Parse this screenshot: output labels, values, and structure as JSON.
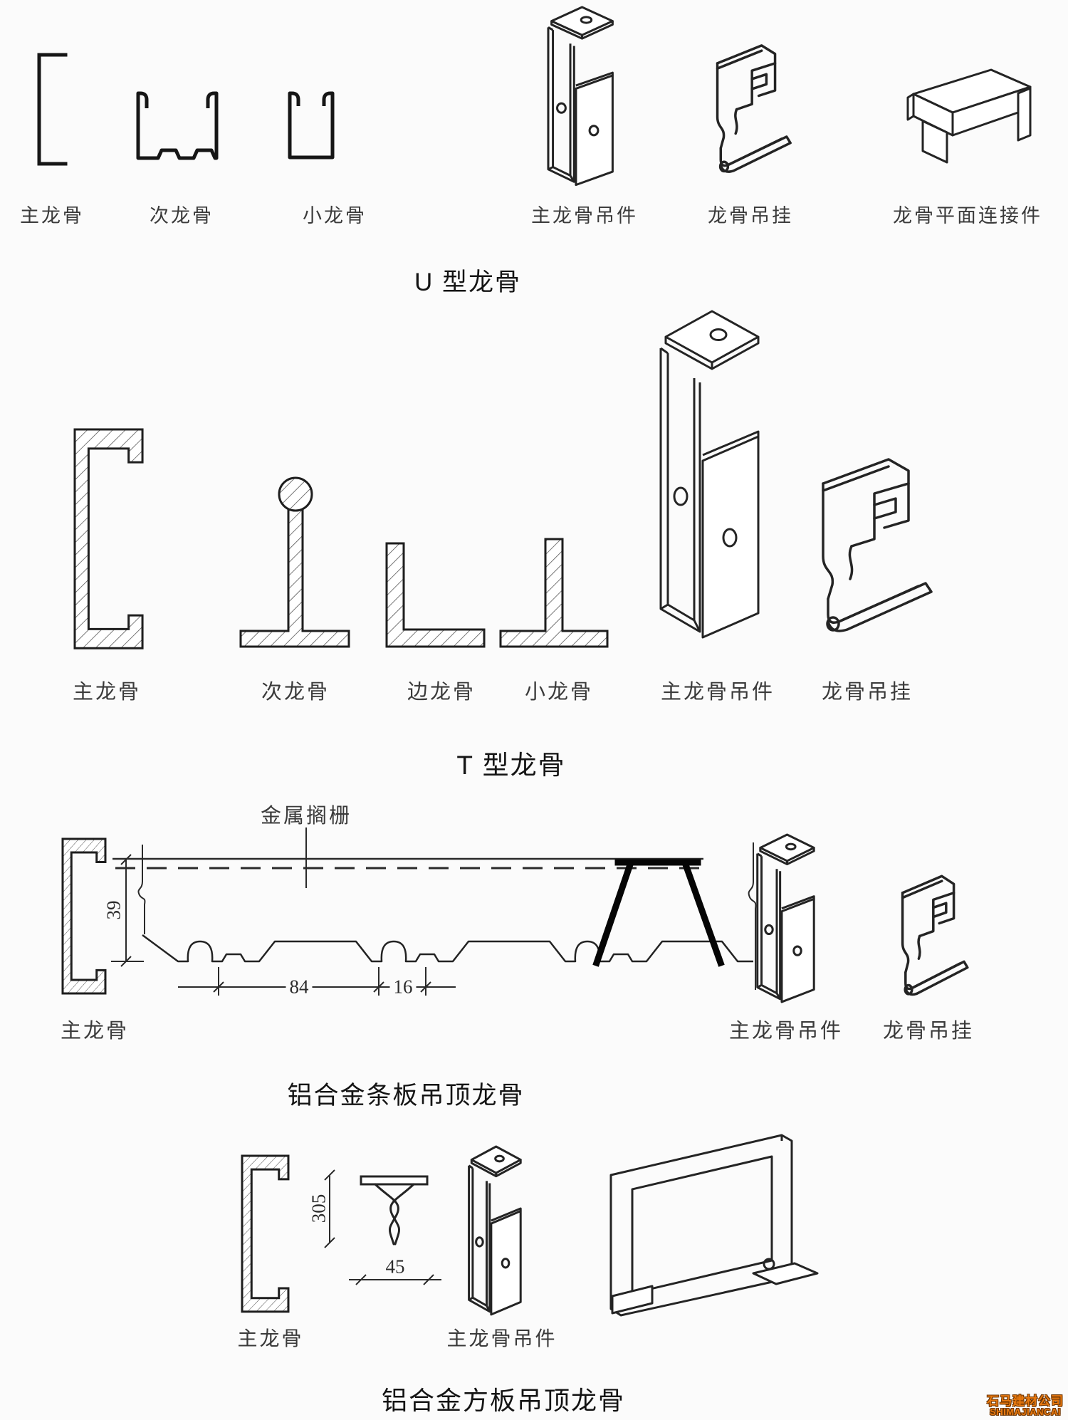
{
  "page": {
    "background": "#fbfbfb"
  },
  "colors": {
    "ink": "#1e1e1e",
    "label_text": "#3a3a3a",
    "watermark_orange": "#e8790f"
  },
  "sections": [
    {
      "id": "u-type",
      "title": "U 型龙骨",
      "items": [
        {
          "label": "主龙骨"
        },
        {
          "label": "次龙骨"
        },
        {
          "label": "小龙骨"
        },
        {
          "label": "主龙骨吊件"
        },
        {
          "label": "龙骨吊挂"
        },
        {
          "label": "龙骨平面连接件"
        }
      ]
    },
    {
      "id": "t-type",
      "title": "T 型龙骨",
      "items": [
        {
          "label": "主龙骨"
        },
        {
          "label": "次龙骨"
        },
        {
          "label": "边龙骨"
        },
        {
          "label": "小龙骨"
        },
        {
          "label": "主龙骨吊件"
        },
        {
          "label": "龙骨吊挂"
        }
      ]
    },
    {
      "id": "strip-panel",
      "title": "铝合金条板吊顶龙骨",
      "annotation": "金属搁栅",
      "items": [
        {
          "label": "主龙骨"
        },
        {
          "label": "主龙骨吊件"
        },
        {
          "label": "龙骨吊挂"
        }
      ],
      "dimensions": {
        "panel_height": "39",
        "panel_width": "84",
        "seam_gap": "16"
      }
    },
    {
      "id": "square-panel",
      "title": "铝合金方板吊顶龙骨",
      "items": [
        {
          "label": "主龙骨"
        },
        {
          "label": "主龙骨吊件"
        }
      ],
      "dimensions": {
        "keel_spacing": "305",
        "hanger_width": "45"
      }
    }
  ],
  "watermark": {
    "line1": "石马建材公司",
    "line2": "SHIMAJIANCAI"
  }
}
